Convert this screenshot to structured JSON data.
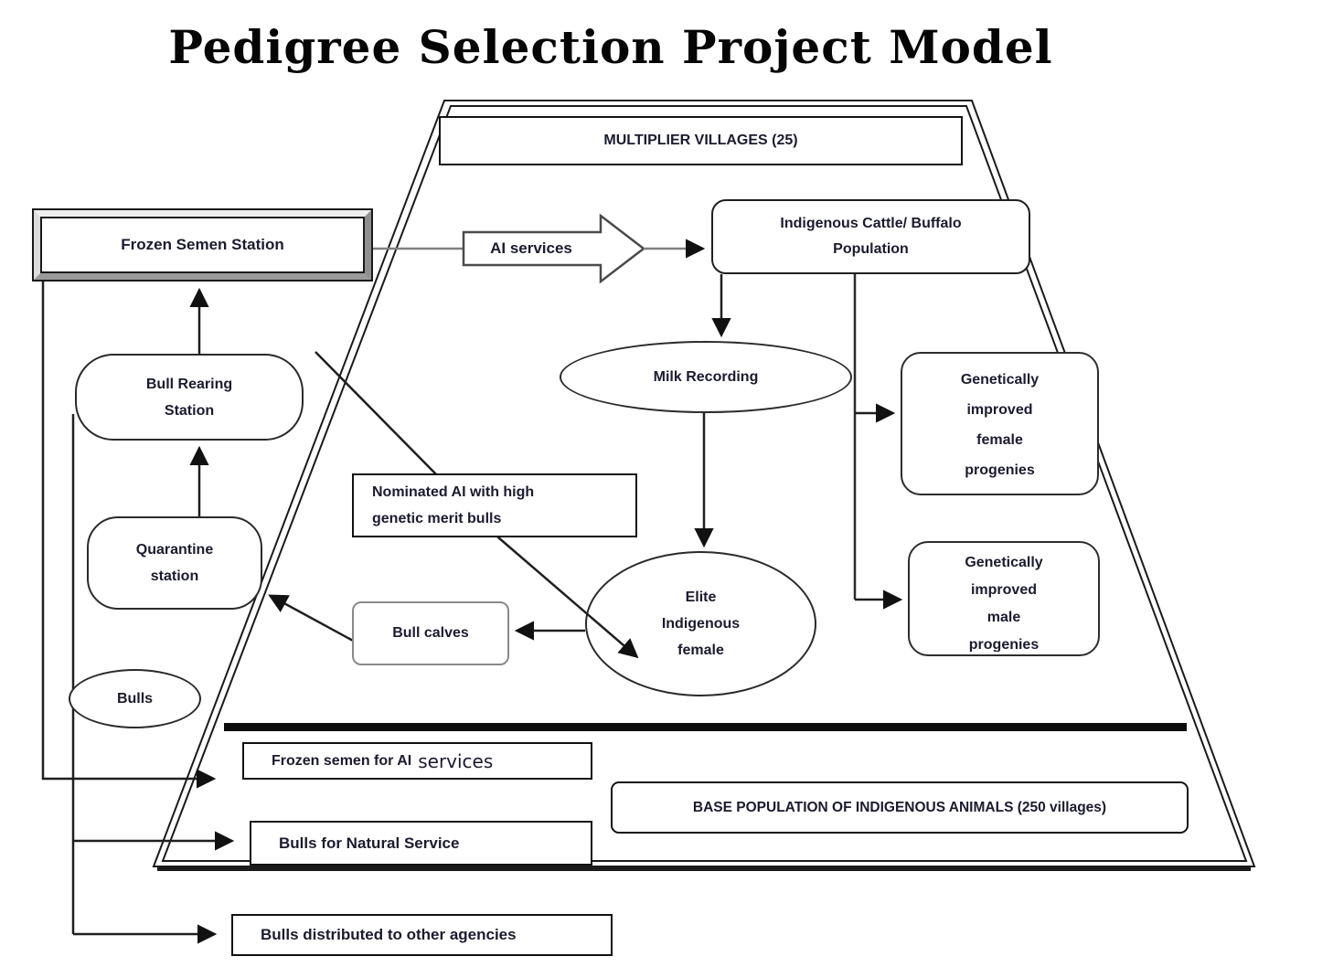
{
  "title": "Pedigree Selection Project Model",
  "colors": {
    "text": "#1b1b2f",
    "line": "#1f1f1f",
    "gray_line": "#808080",
    "background": "#ffffff"
  },
  "nodes": {
    "multiplier_villages": {
      "label": "MULTIPLIER VILLAGES (25)"
    },
    "frozen_semen_station": {
      "label": "Frozen Semen Station"
    },
    "ai_services": {
      "label": "AI services"
    },
    "indigenous_population": {
      "line1": "Indigenous Cattle/ Buffalo",
      "line2": "Population"
    },
    "milk_recording": {
      "label": "Milk Recording"
    },
    "improved_female": {
      "line1": "Genetically",
      "line2": "improved",
      "line3": "female",
      "line4": "progenies"
    },
    "improved_male": {
      "line1": "Genetically",
      "line2": "improved",
      "line3": "male",
      "line4": "progenies"
    },
    "nominated_ai": {
      "line1": "Nominated AI with high",
      "line2": "genetic merit bulls"
    },
    "elite_female": {
      "line1": "Elite",
      "line2": "Indigenous",
      "line3": "female"
    },
    "bull_calves": {
      "label": "Bull calves"
    },
    "quarantine_station": {
      "line1": "Quarantine",
      "line2": "station"
    },
    "bull_rearing_station": {
      "line1": "Bull Rearing",
      "line2": "Station"
    },
    "bulls": {
      "label": "Bulls"
    },
    "frozen_semen_for_ai": {
      "bold": "Frozen semen for AI",
      "regular": "services"
    },
    "base_population": {
      "label": "BASE POPULATION OF INDIGENOUS ANIMALS (250 villages)"
    },
    "bulls_natural_service": {
      "label": "Bulls for Natural Service"
    },
    "bulls_distributed": {
      "label": "Bulls distributed to other agencies"
    }
  }
}
